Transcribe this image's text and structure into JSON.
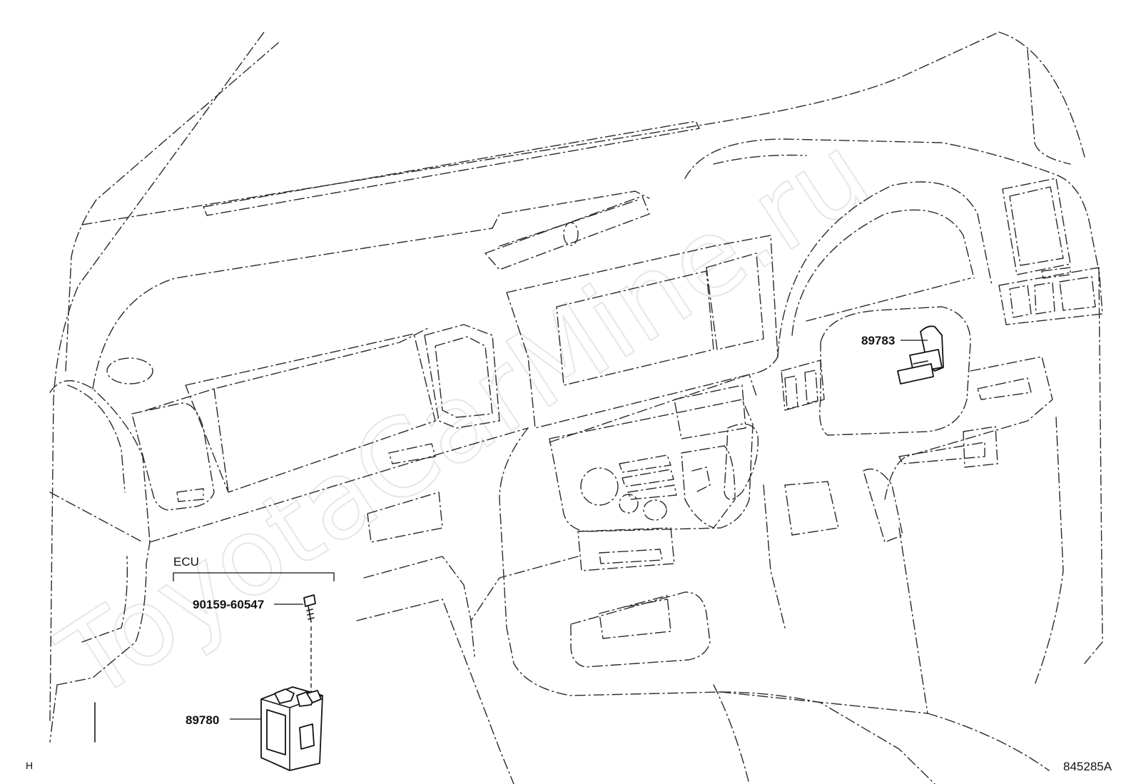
{
  "watermark": "ToyotaCarMine.ru",
  "group_label": "ECU",
  "parts": {
    "bolt": "90159-60547",
    "ecu_module": "89780",
    "sensor": "89783"
  },
  "corner_mark": "H",
  "figure_code": "845285A"
}
